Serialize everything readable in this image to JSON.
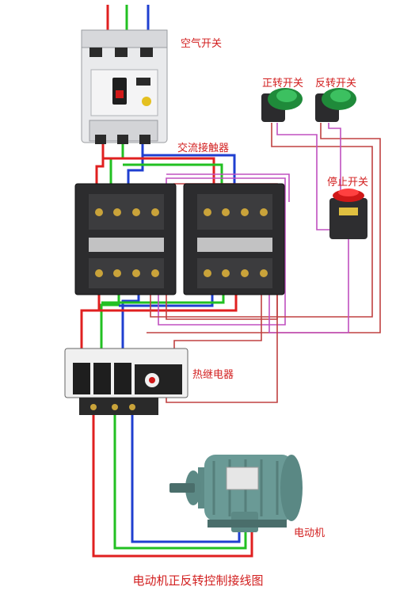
{
  "labels": {
    "air_switch": "空气开关",
    "contactor": "交流接触器",
    "forward_switch": "正转开关",
    "reverse_switch": "反转开关",
    "stop_switch": "停止开关",
    "thermal_relay": "热继电器",
    "motor": "电动机"
  },
  "caption": "电动机正反转控制接线图",
  "colors": {
    "phase_red": "#e02020",
    "phase_green": "#22c022",
    "phase_blue": "#1f3fd0",
    "control_pink": "#c050c0",
    "control_red": "#c04040",
    "label_red": "#d21f1f"
  }
}
